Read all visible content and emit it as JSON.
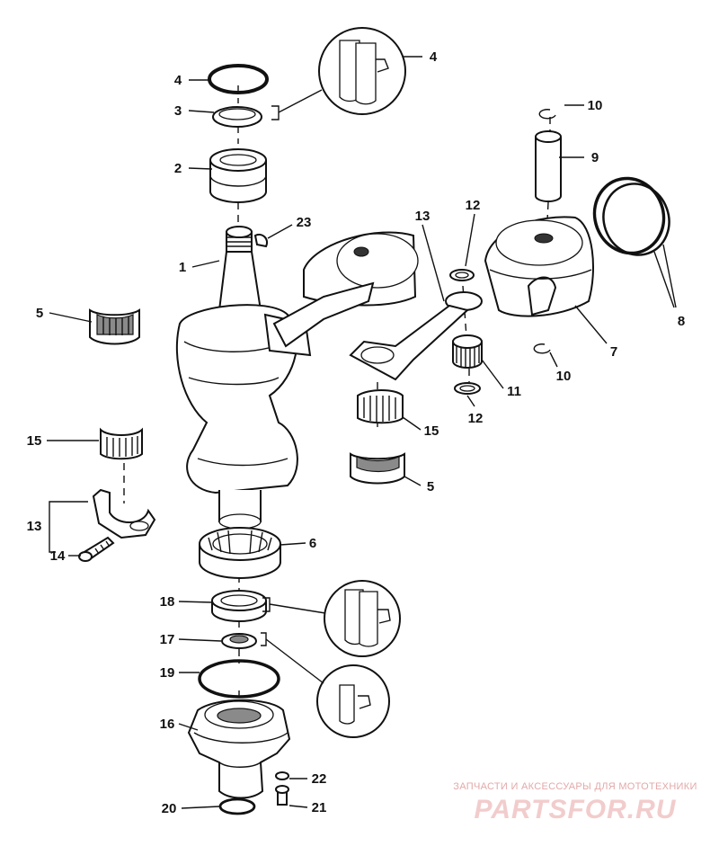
{
  "diagram": {
    "labels": {
      "p1": "1",
      "p2": "2",
      "p3": "3",
      "p4a": "4",
      "p4b": "4",
      "p5a": "5",
      "p5b": "5",
      "p6": "6",
      "p7": "7",
      "p8": "8",
      "p9": "9",
      "p10a": "10",
      "p10b": "10",
      "p11": "11",
      "p12a": "12",
      "p12b": "12",
      "p13a": "13",
      "p13b": "13",
      "p14": "14",
      "p15a": "15",
      "p15b": "15",
      "p16": "16",
      "p17": "17",
      "p18": "18",
      "p19": "19",
      "p20": "20",
      "p21": "21",
      "p22": "22",
      "p23": "23"
    }
  },
  "watermark": {
    "tagline": "ЗАПЧАСТИ И АКСЕССУАРЫ ДЛЯ МОТОТЕХНИКИ",
    "logo": "PARTSFOR.RU"
  }
}
